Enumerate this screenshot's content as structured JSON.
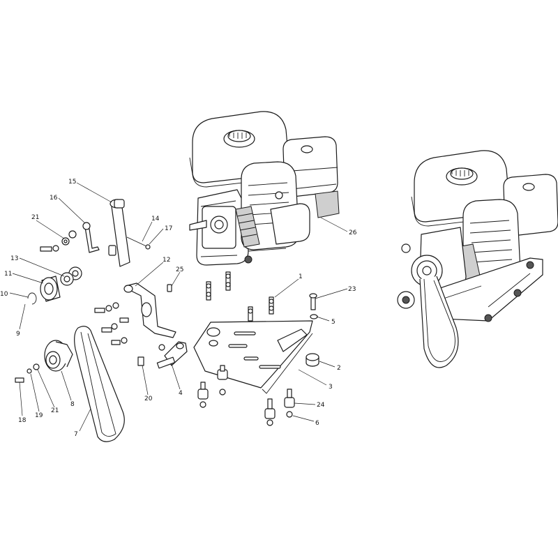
{
  "diagram": {
    "colors": {
      "ink": "#1a1a1a",
      "background": "#ffffff",
      "shade": "#cfcfcf"
    },
    "callouts": [
      "1",
      "2",
      "3",
      "4",
      "5",
      "6",
      "7",
      "8",
      "9",
      "10",
      "11",
      "12",
      "13",
      "14",
      "15",
      "16",
      "17",
      "18",
      "19",
      "20",
      "21",
      "21",
      "23",
      "24",
      "25",
      "26"
    ]
  }
}
